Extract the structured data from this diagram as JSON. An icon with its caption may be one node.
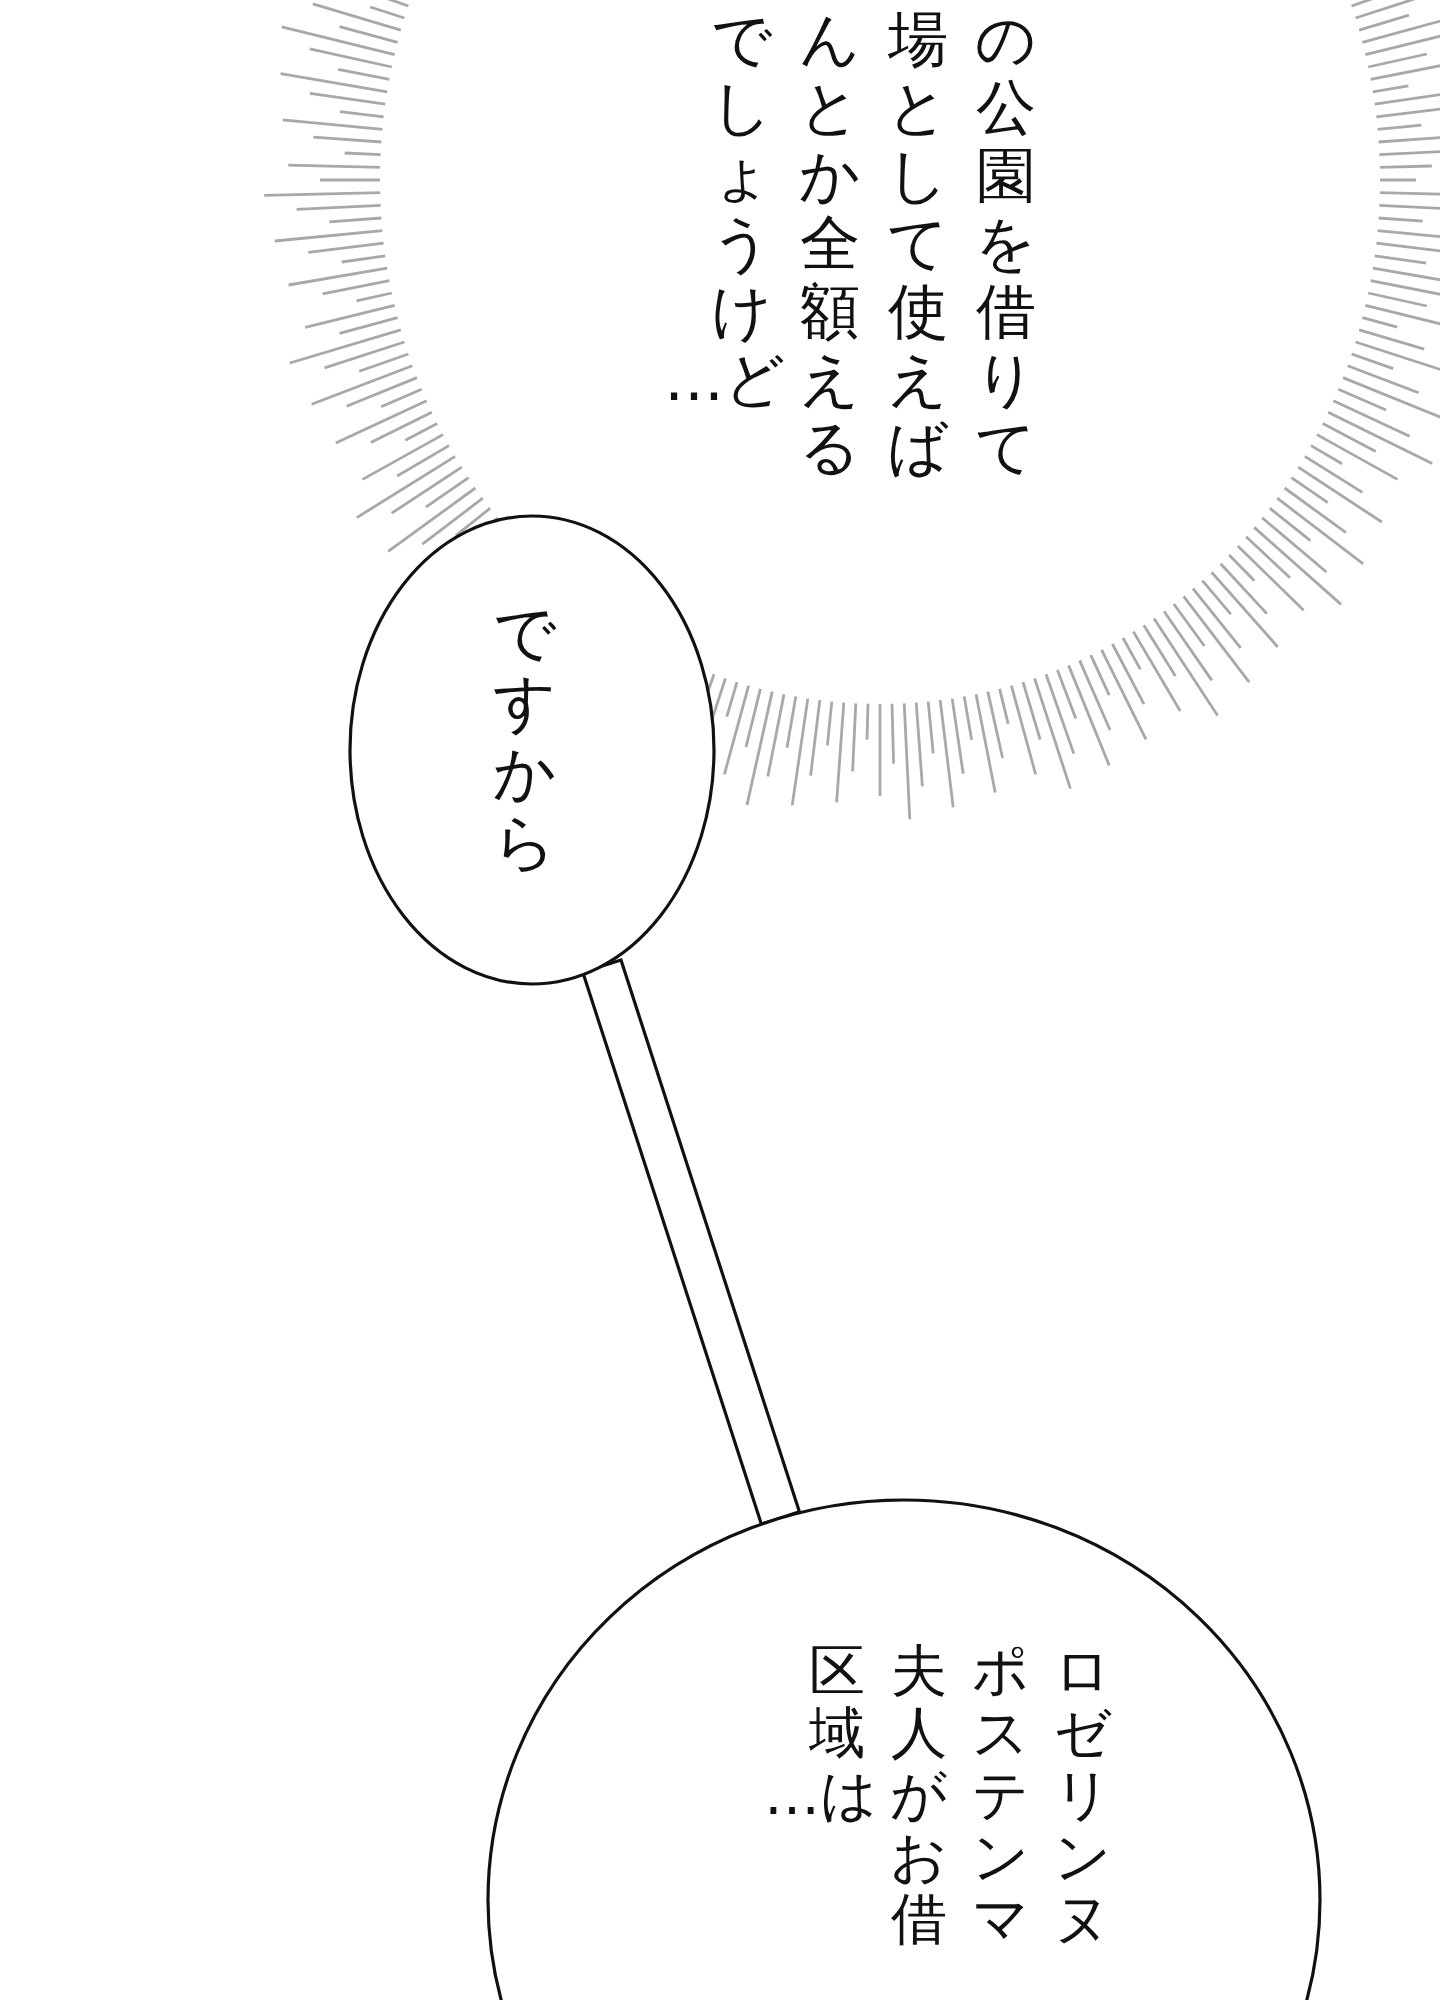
{
  "diagram": {
    "nodes": [
      {
        "text": [
          "の公園を借りて場として使えばんとか全額えるでしょうけど…"
        ]
      },
      {
        "text": [
          "ですから"
        ]
      },
      {
        "text": [
          "ロゼリンヌポステンマ夫人がお借区域は…"
        ]
      }
    ],
    "edges": [
      {
        "from": 1,
        "to": 2,
        "arrow": "none"
      }
    ]
  }
}
